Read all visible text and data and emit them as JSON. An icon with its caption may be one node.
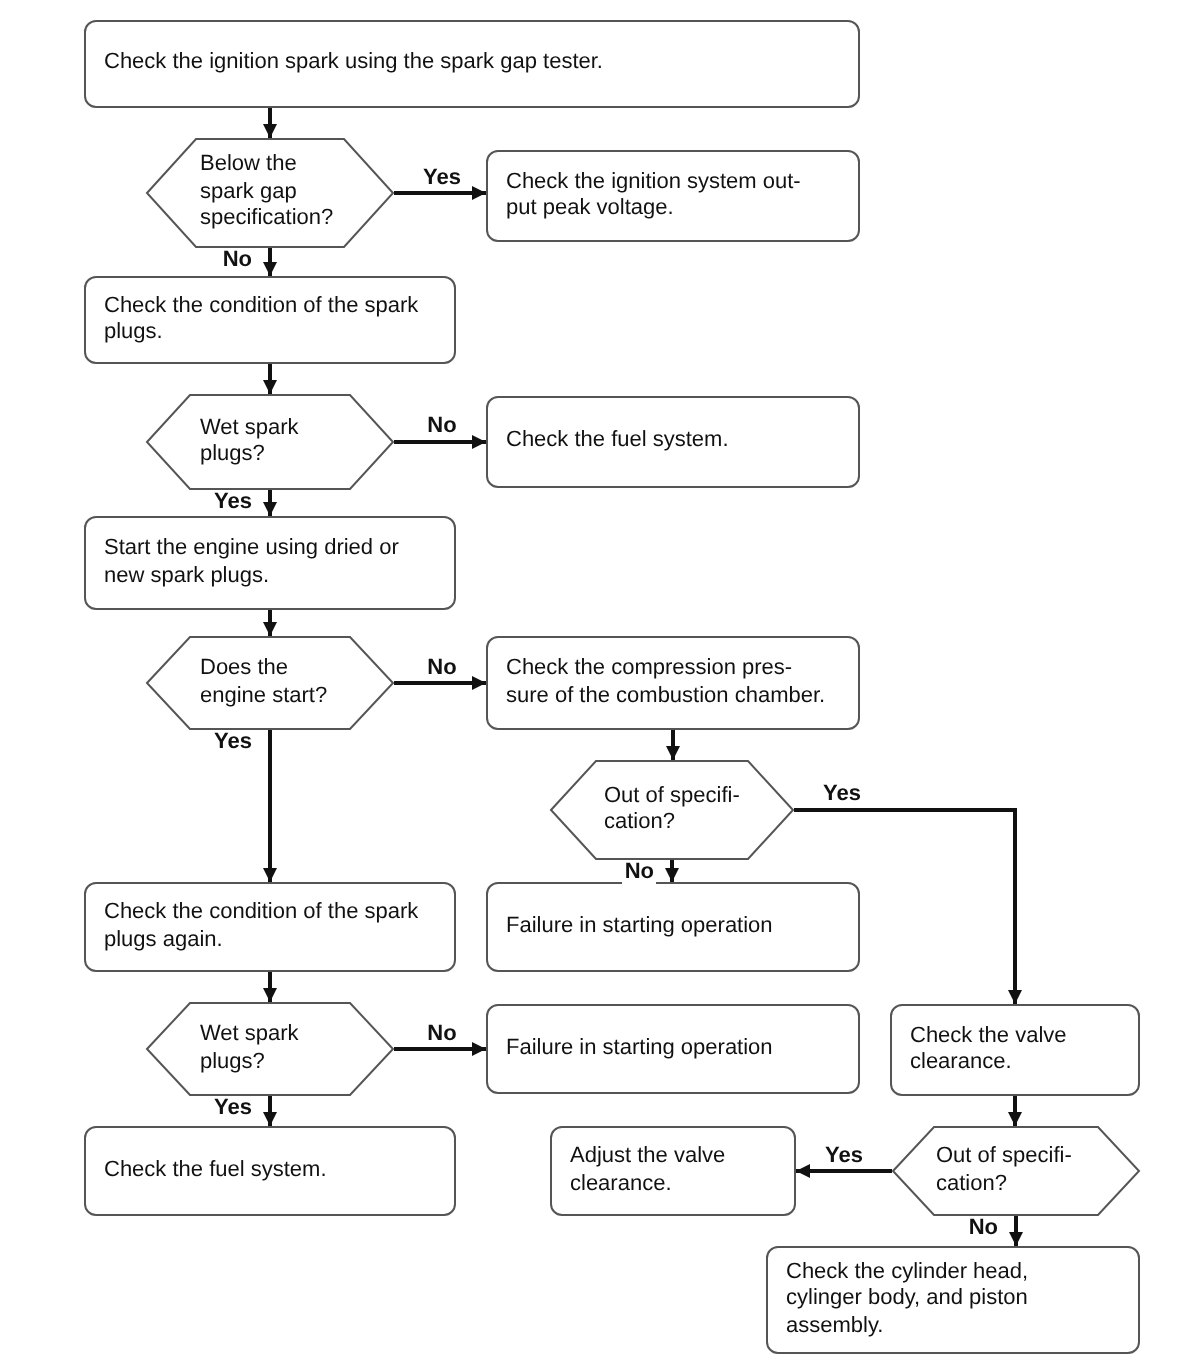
{
  "diagram": {
    "nodes": [
      {
        "text": [
          "Check the ignition spark using the spark gap tester."
        ]
      },
      {
        "text": [
          "Below the spark gap specification?"
        ]
      },
      {
        "text": [
          "Check the ignition system out- put peak voltage."
        ]
      },
      {
        "text": [
          "Check the condition of the spark plugs."
        ]
      },
      {
        "text": [
          "Wet spark plugs?"
        ]
      },
      {
        "text": [
          "Check the fuel system."
        ]
      },
      {
        "text": [
          "Start the engine using dried or new spark plugs."
        ]
      },
      {
        "text": [
          "Does the engine start?"
        ]
      },
      {
        "text": [
          "Check the compression pres- sure of the combustion chamber."
        ]
      },
      {
        "text": [
          "Out of specifi- cation?"
        ]
      },
      {
        "text": [
          "Check the condition of the spark plugs again."
        ]
      },
      {
        "text": [
          "Failure in starting operation"
        ]
      },
      {
        "text": [
          "Wet spark plugs?"
        ]
      },
      {
        "text": [
          "Failure in starting operation"
        ]
      },
      {
        "text": [
          "Check the valve clearance."
        ]
      },
      {
        "text": [
          "Check the fuel system."
        ]
      },
      {
        "text": [
          "Adjust the valve clearance."
        ]
      },
      {
        "text": [
          "Out of specifi- cation?"
        ]
      },
      {
        "text": [
          "Check the cylinder head, cylinger body, and piston assembly."
        ]
      }
    ],
    "edges": [
      {
        "from": 0,
        "to": 1,
        "arrow": "to"
      },
      {
        "from": 1,
        "to": 2,
        "arrow": "to",
        "label": "Yes"
      },
      {
        "from": 1,
        "to": 3,
        "arrow": "to",
        "label": "No"
      },
      {
        "from": 3,
        "to": 4,
        "arrow": "to"
      },
      {
        "from": 4,
        "to": 5,
        "arrow": "to",
        "label": "No"
      },
      {
        "from": 4,
        "to": 6,
        "arrow": "to",
        "label": "Yes"
      },
      {
        "from": 6,
        "to": 7,
        "arrow": "to"
      },
      {
        "from": 7,
        "to": 8,
        "arrow": "to",
        "label": "No"
      },
      {
        "from": 7,
        "to": 10,
        "arrow": "to",
        "label": "Yes"
      },
      {
        "from": 8,
        "to": 9,
        "arrow": "to"
      },
      {
        "from": 9,
        "to": 14,
        "arrow": "to",
        "label": "Yes"
      },
      {
        "from": 9,
        "to": 11,
        "arrow": "to",
        "label": "No"
      },
      {
        "from": 10,
        "to": 12,
        "arrow": "to"
      },
      {
        "from": 12,
        "to": 13,
        "arrow": "to",
        "label": "No"
      },
      {
        "from": 12,
        "to": 15,
        "arrow": "to",
        "label": "Yes"
      },
      {
        "from": 14,
        "to": 17,
        "arrow": "to"
      },
      {
        "from": 17,
        "to": 16,
        "arrow": "to",
        "label": "Yes"
      },
      {
        "from": 17,
        "to": 18,
        "arrow": "to",
        "label": "No"
      }
    ]
  }
}
